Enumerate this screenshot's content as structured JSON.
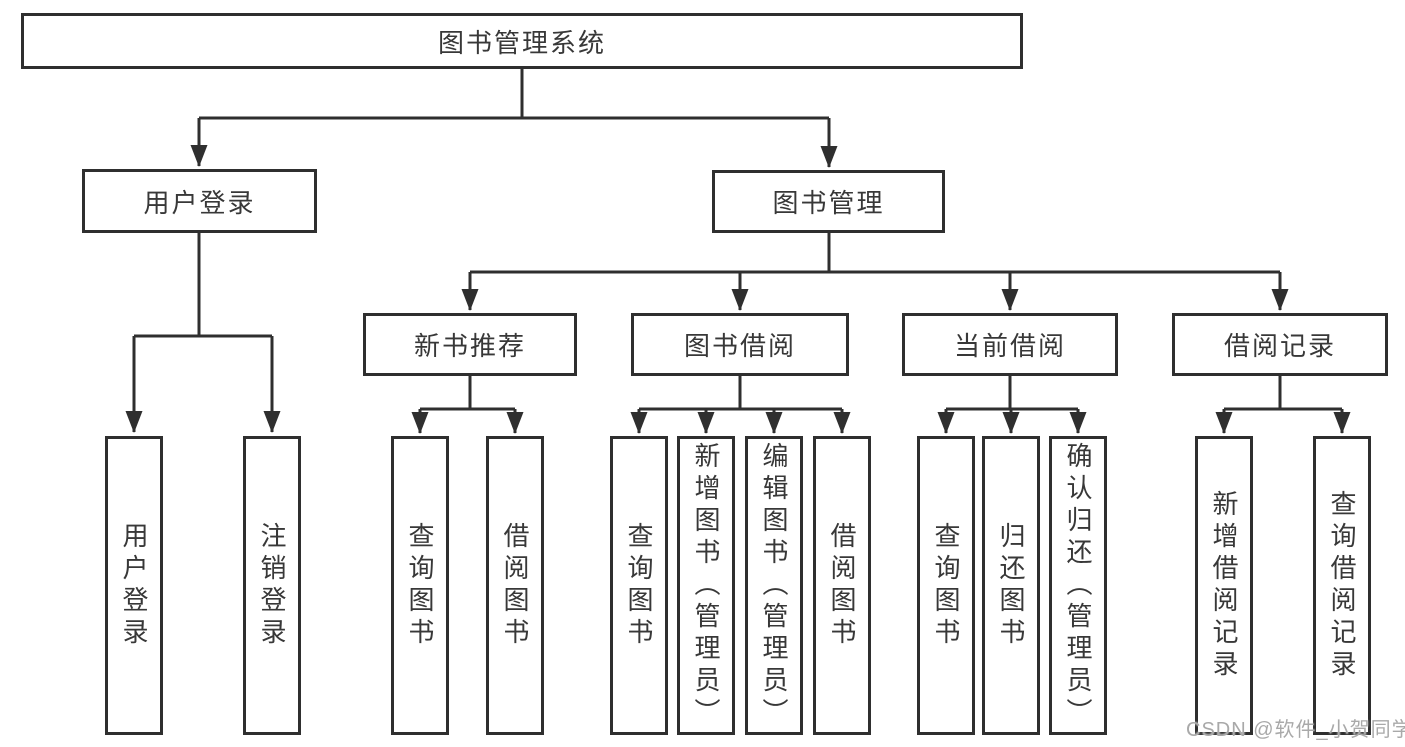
{
  "diagram": {
    "title": "图书管理系统",
    "type": "hierarchy-tree",
    "colors": {
      "stroke": "#2f2f2f",
      "text": "#383838",
      "box_fill": "#ffffff",
      "background": "#ffffff",
      "watermark": "#a9a9a9"
    },
    "tree": {
      "root": "图书管理系统",
      "branches": [
        {
          "label": "用户登录",
          "children": [
            {
              "label": "用户登录"
            },
            {
              "label": "注销登录"
            }
          ]
        },
        {
          "label": "图书管理",
          "groups": [
            {
              "label": "新书推荐",
              "children": [
                {
                  "label": "查询图书"
                },
                {
                  "label": "借阅图书"
                }
              ]
            },
            {
              "label": "图书借阅",
              "children": [
                {
                  "label": "查询图书"
                },
                {
                  "label": "新增图书（管理员）"
                },
                {
                  "label": "编辑图书（管理员）"
                },
                {
                  "label": "借阅图书"
                }
              ]
            },
            {
              "label": "当前借阅",
              "children": [
                {
                  "label": "查询图书"
                },
                {
                  "label": "归还图书"
                },
                {
                  "label": "确认归还（管理员）"
                }
              ]
            },
            {
              "label": "借阅记录",
              "children": [
                {
                  "label": "新增借阅记录"
                },
                {
                  "label": "查询借阅记录"
                }
              ]
            }
          ]
        }
      ]
    }
  },
  "watermark": {
    "text": "CSDN @软件_小贺同学"
  }
}
